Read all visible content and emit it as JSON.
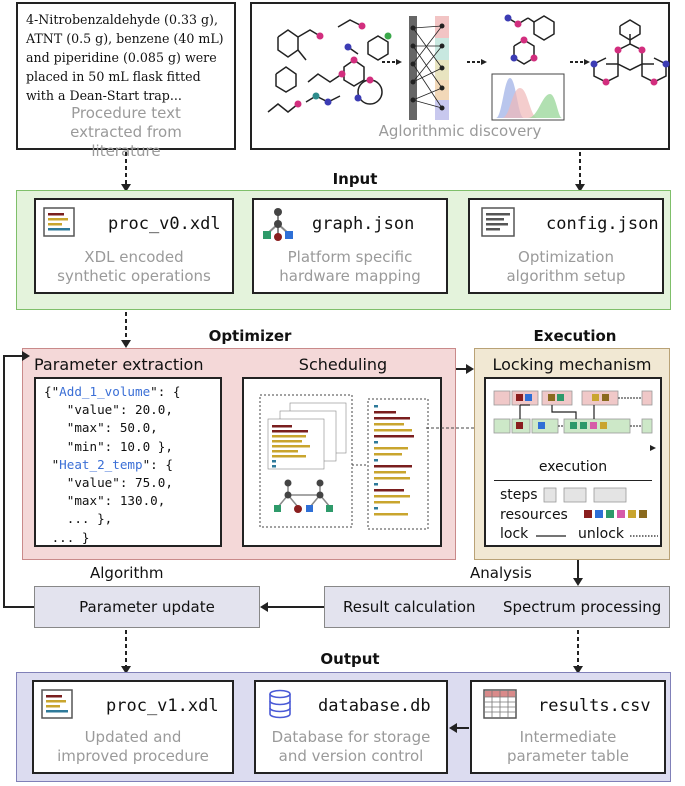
{
  "top": {
    "procedure_snippet": [
      "4-Nitrobenzaldehyde (0.33 g),",
      "ATNT (0.5 g), benzene (40 mL)",
      "and piperidine (0.085 g) were",
      "placed in 50 mL flask fitted",
      "with a Dean-Start trap..."
    ],
    "procedure_caption": "Procedure text extracted from literature",
    "discovery_caption": "Aglorithmic discovery"
  },
  "input": {
    "title": "Input",
    "cards": [
      {
        "file": "proc_v0.xdl",
        "caption": "XDL encoded synthetic operations",
        "icon": "xdl-document-icon"
      },
      {
        "file": "graph.json",
        "caption": "Platform specific hardware mapping",
        "icon": "graph-network-icon"
      },
      {
        "file": "config.json",
        "caption": "Optimization algorithm setup",
        "icon": "config-document-icon"
      }
    ]
  },
  "optimizer": {
    "title": "Optimizer",
    "param_title": "Parameter extraction",
    "code": [
      {
        "pre": "{\"",
        "key": "Add_1_volume",
        "post": "\": {"
      },
      {
        "pre": "   \"value\": 20.0,",
        "key": "",
        "post": ""
      },
      {
        "pre": "   \"max\": 50.0,",
        "key": "",
        "post": ""
      },
      {
        "pre": "   \"min\": 10.0 },",
        "key": "",
        "post": ""
      },
      {
        "pre": " \"",
        "key": "Heat_2_temp",
        "post": "\": {"
      },
      {
        "pre": "   \"value\": 75.0,",
        "key": "",
        "post": ""
      },
      {
        "pre": "   \"max\": 130.0,",
        "key": "",
        "post": ""
      },
      {
        "pre": "   ... },",
        "key": "",
        "post": ""
      },
      {
        "pre": " ... }",
        "key": "",
        "post": ""
      }
    ],
    "scheduling_title": "Scheduling"
  },
  "execution": {
    "title": "Execution",
    "locking_title": "Locking mechanism",
    "execution_label": "execution",
    "legend": {
      "steps": "steps",
      "resources": "resources",
      "lock": "lock",
      "unlock": "unlock"
    }
  },
  "flow": {
    "algorithm_label": "Algorithm",
    "analysis_label": "Analysis",
    "parameter_update": "Parameter update",
    "result_calculation": "Result calculation",
    "spectrum_processing": "Spectrum processing"
  },
  "output": {
    "title": "Output",
    "cards": [
      {
        "file": "proc_v1.xdl",
        "caption": "Updated and improved procedure",
        "icon": "xdl-document-icon"
      },
      {
        "file": "database.db",
        "caption": "Database for storage and version control",
        "icon": "database-icon"
      },
      {
        "file": "results.csv",
        "caption": "Intermediate parameter table",
        "icon": "spreadsheet-icon"
      }
    ]
  },
  "colors": {
    "input_bg": "#e4f3dc",
    "input_border": "#7fbf6a",
    "optimizer_bg": "#f4d8d8",
    "optimizer_border": "#c98a8a",
    "execution_bg": "#f1e8d3",
    "execution_border": "#b9a276",
    "output_bg": "#dcdcf0",
    "output_border": "#8080b8",
    "flow_box_bg": "#e3e3ee",
    "key_blue": "#3b6fd6"
  }
}
